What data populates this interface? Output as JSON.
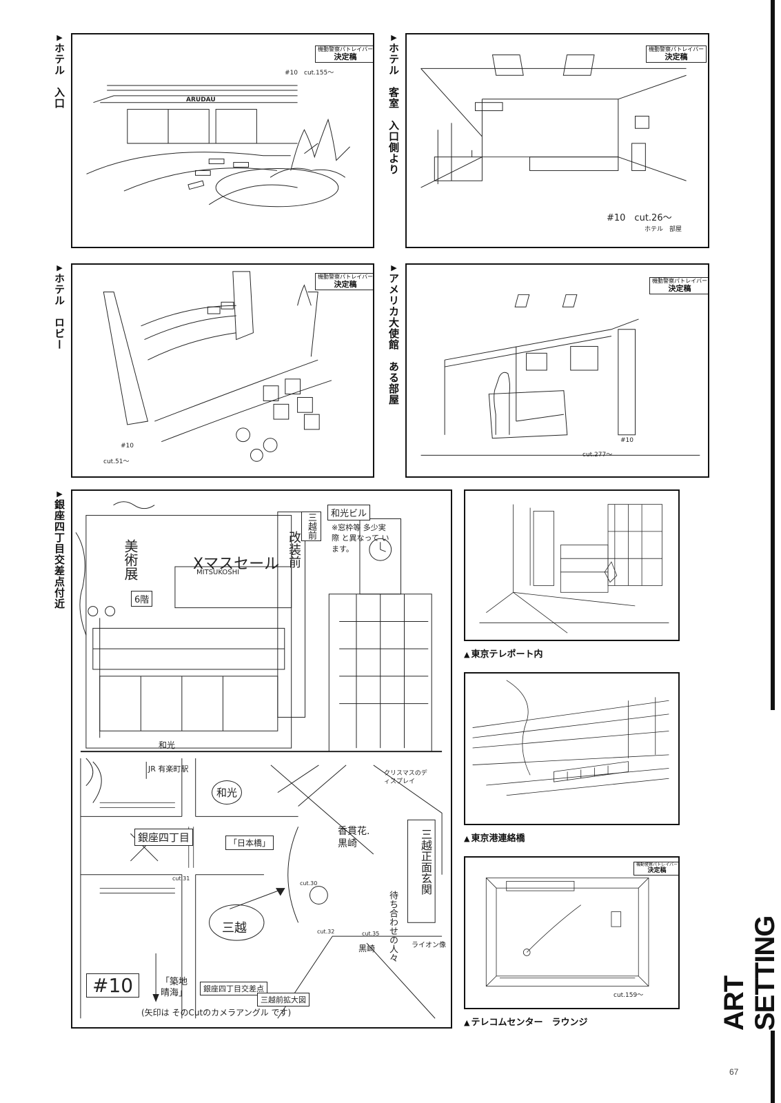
{
  "captions": {
    "hotel_entrance": "ホテル　入口",
    "hotel_room": "ホテル　客室　入口側より",
    "hotel_lobby": "ホテル　ロビー",
    "us_embassy": "アメリカ大使館　ある部屋",
    "ginza": "銀座四丁目交差点付近",
    "tokyo_teleport": "東京テレポート内",
    "tokyo_bridge": "東京港連絡橋",
    "telecom": "テレコムセンター　ラウンジ"
  },
  "stamp": {
    "top": "機動警察パトレイバー",
    "bottom": "決定稿"
  },
  "panel_notes": {
    "hotel_entrance": {
      "cut": "#10　cut.155～",
      "hotel_sign": "ARUDAU"
    },
    "hotel_room": {
      "cut": "#10　cut.26～",
      "room": "ホテル　部屋"
    },
    "hotel_lobby": {
      "cut": "cut.51～",
      "ep": "#10"
    },
    "us_embassy": {
      "cut": "cut.277～",
      "ep": "#10"
    },
    "telecom": {
      "cut": "cut.159～"
    }
  },
  "ginza": {
    "xmas_sale": "Xマスセール",
    "mitsukoshi": "MITSUKOSHI",
    "banner_mitsukoshi": "三越前",
    "renovation": "改装前",
    "wako_building": "和光ビル",
    "note_window": "※窓枠等 多少実際 と異なって います。",
    "museum": "美術展",
    "floor": "6階",
    "wako": "和光",
    "jr": "JR 有楽町駅",
    "ginza4": "銀座四丁目",
    "nihonbashi": "「日本橋」",
    "tsukiji": "「築地 晴海」",
    "ep": "#10",
    "crossing": "銀座四丁目交差点",
    "mitsukoshi_front": "三越前拡大図",
    "note_camera": "(矢印は そのCutのカメラアングル です)",
    "kaori": "香貫花. 黒崎",
    "mitsukoshi_gate": "三越正面玄関",
    "waiting": "待ち合わせの人々",
    "cut30": "cut.30",
    "cut31": "cut.31",
    "cut32": "cut.32",
    "cut35": "cut.35",
    "kurosaki": "黒崎",
    "mitsukoshi_circle": "三越",
    "lion": "ライオン像",
    "xmas_display": "クリスマスのディスプレイ"
  },
  "side_title": "ART SETTING",
  "page_number": "67"
}
